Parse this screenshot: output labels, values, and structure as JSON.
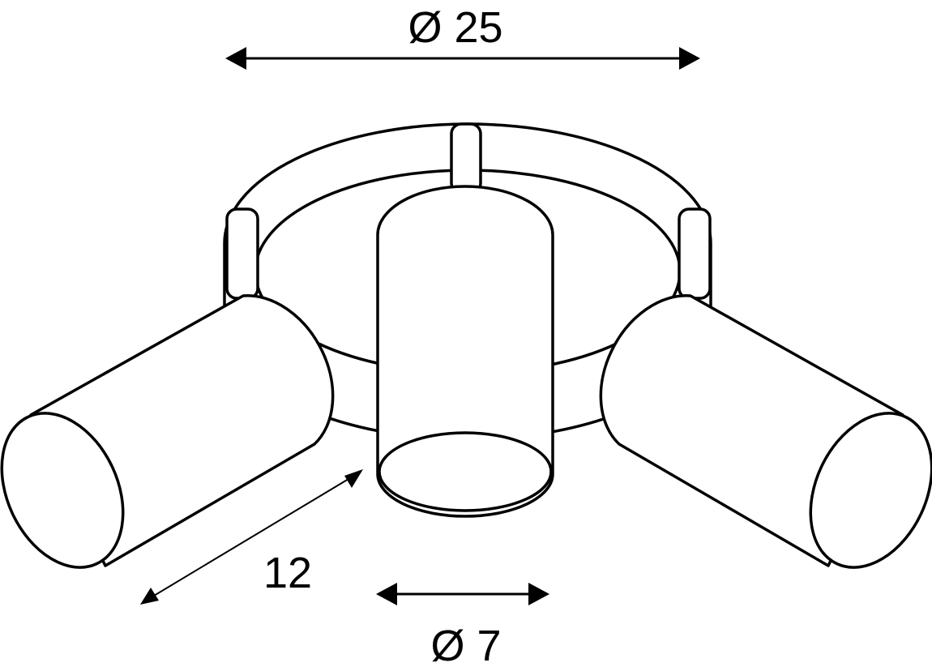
{
  "drawing": {
    "overall_diameter_label": "Ø 25",
    "spot_length_label": "12",
    "spot_diameter_label": "Ø 7"
  }
}
